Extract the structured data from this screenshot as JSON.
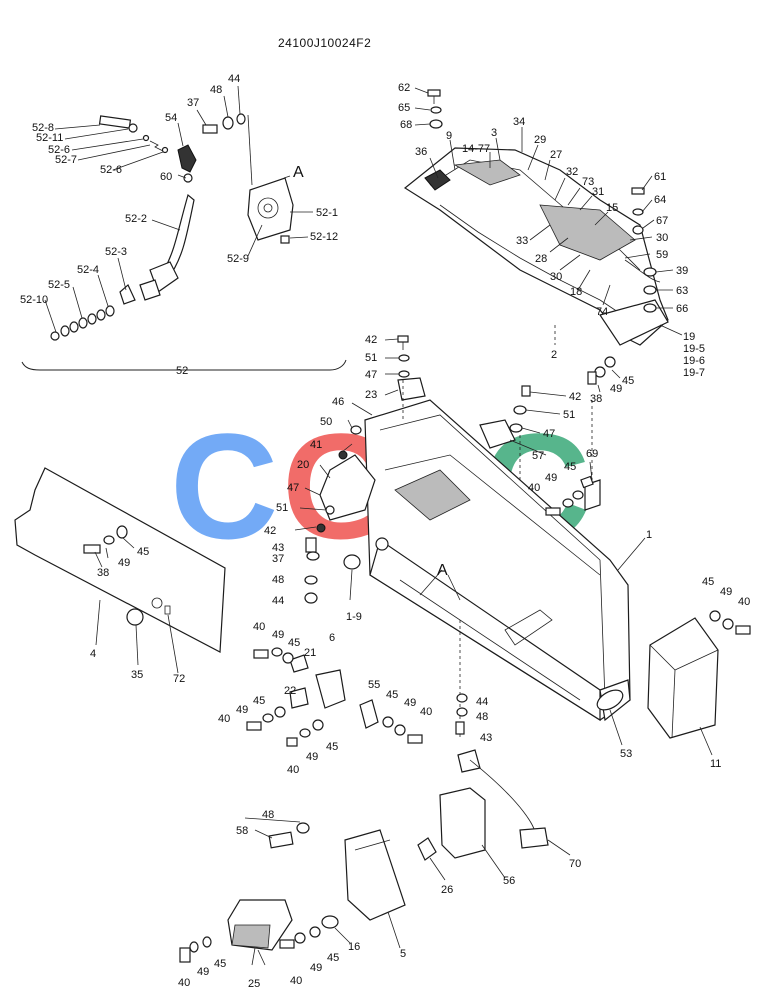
{
  "drawing_code": "24100J10024F2",
  "watermark": {
    "text": "CGSC",
    "colors": [
      "#5b9cf5",
      "#ef5350",
      "#f7c948",
      "#3aa978"
    ]
  },
  "callouts": [
    {
      "id": "c1",
      "text": "52-8"
    },
    {
      "id": "c2",
      "text": "52-11"
    },
    {
      "id": "c3",
      "text": "52-6"
    },
    {
      "id": "c4",
      "text": "52-7"
    },
    {
      "id": "c5",
      "text": "52-6"
    },
    {
      "id": "c6",
      "text": "54"
    },
    {
      "id": "c7",
      "text": "37"
    },
    {
      "id": "c8",
      "text": "48"
    },
    {
      "id": "c9",
      "text": "44"
    },
    {
      "id": "c10",
      "text": "A"
    },
    {
      "id": "c11",
      "text": "60"
    },
    {
      "id": "c12",
      "text": "52-2"
    },
    {
      "id": "c13",
      "text": "52-1"
    },
    {
      "id": "c14",
      "text": "52-12"
    },
    {
      "id": "c15",
      "text": "52-9"
    },
    {
      "id": "c16",
      "text": "52-3"
    },
    {
      "id": "c17",
      "text": "52-4"
    },
    {
      "id": "c18",
      "text": "52-5"
    },
    {
      "id": "c19",
      "text": "52-10"
    },
    {
      "id": "c20",
      "text": "52"
    },
    {
      "id": "c21",
      "text": "62"
    },
    {
      "id": "c22",
      "text": "65"
    },
    {
      "id": "c23",
      "text": "68"
    },
    {
      "id": "c24",
      "text": "34"
    },
    {
      "id": "c25",
      "text": "3"
    },
    {
      "id": "c26",
      "text": "9"
    },
    {
      "id": "c27",
      "text": "14-77"
    },
    {
      "id": "c28",
      "text": "29"
    },
    {
      "id": "c29",
      "text": "36"
    },
    {
      "id": "c30",
      "text": "27"
    },
    {
      "id": "c31",
      "text": "32"
    },
    {
      "id": "c32",
      "text": "73"
    },
    {
      "id": "c33",
      "text": "31"
    },
    {
      "id": "c34",
      "text": "61"
    },
    {
      "id": "c35",
      "text": "64"
    },
    {
      "id": "c36",
      "text": "15"
    },
    {
      "id": "c37",
      "text": "67"
    },
    {
      "id": "c38",
      "text": "33"
    },
    {
      "id": "c39",
      "text": "30"
    },
    {
      "id": "c40",
      "text": "28"
    },
    {
      "id": "c41",
      "text": "59"
    },
    {
      "id": "c42",
      "text": "30"
    },
    {
      "id": "c43",
      "text": "39"
    },
    {
      "id": "c44",
      "text": "18"
    },
    {
      "id": "c45",
      "text": "63"
    },
    {
      "id": "c46",
      "text": "74"
    },
    {
      "id": "c47",
      "text": "66"
    },
    {
      "id": "c48",
      "text": "19"
    },
    {
      "id": "c49",
      "text": "19-5"
    },
    {
      "id": "c50",
      "text": "19-6"
    },
    {
      "id": "c51",
      "text": "19-7"
    },
    {
      "id": "c52",
      "text": "2"
    },
    {
      "id": "c53",
      "text": "42"
    },
    {
      "id": "c54",
      "text": "51"
    },
    {
      "id": "c55",
      "text": "47"
    },
    {
      "id": "c56",
      "text": "23"
    },
    {
      "id": "c57",
      "text": "46"
    },
    {
      "id": "c58",
      "text": "50"
    },
    {
      "id": "c59",
      "text": "41"
    },
    {
      "id": "c60",
      "text": "20"
    },
    {
      "id": "c61",
      "text": "47"
    },
    {
      "id": "c62",
      "text": "51"
    },
    {
      "id": "c63",
      "text": "42"
    },
    {
      "id": "c64",
      "text": "43"
    },
    {
      "id": "c65",
      "text": "37"
    },
    {
      "id": "c66",
      "text": "48"
    },
    {
      "id": "c67",
      "text": "44"
    },
    {
      "id": "c68",
      "text": "1-9"
    },
    {
      "id": "c69",
      "text": "A"
    },
    {
      "id": "c70",
      "text": "42"
    },
    {
      "id": "c71",
      "text": "51"
    },
    {
      "id": "c72",
      "text": "47"
    },
    {
      "id": "c73",
      "text": "57"
    },
    {
      "id": "c74",
      "text": "38"
    },
    {
      "id": "c75",
      "text": "49"
    },
    {
      "id": "c76",
      "text": "45"
    },
    {
      "id": "c77",
      "text": "69"
    },
    {
      "id": "c78",
      "text": "45"
    },
    {
      "id": "c79",
      "text": "49"
    },
    {
      "id": "c80",
      "text": "40"
    },
    {
      "id": "c81",
      "text": "1"
    },
    {
      "id": "c82",
      "text": "45"
    },
    {
      "id": "c83",
      "text": "38"
    },
    {
      "id": "c84",
      "text": "49"
    },
    {
      "id": "c85",
      "text": "4"
    },
    {
      "id": "c86",
      "text": "35"
    },
    {
      "id": "c87",
      "text": "72"
    },
    {
      "id": "c88",
      "text": "40"
    },
    {
      "id": "c89",
      "text": "49"
    },
    {
      "id": "c90",
      "text": "45"
    },
    {
      "id": "c91",
      "text": "21"
    },
    {
      "id": "c92",
      "text": "6"
    },
    {
      "id": "c93",
      "text": "22"
    },
    {
      "id": "c94",
      "text": "45"
    },
    {
      "id": "c95",
      "text": "49"
    },
    {
      "id": "c96",
      "text": "40"
    },
    {
      "id": "c97",
      "text": "45"
    },
    {
      "id": "c98",
      "text": "49"
    },
    {
      "id": "c99",
      "text": "40"
    },
    {
      "id": "c100",
      "text": "55"
    },
    {
      "id": "c101",
      "text": "45"
    },
    {
      "id": "c102",
      "text": "49"
    },
    {
      "id": "c103",
      "text": "40"
    },
    {
      "id": "c104",
      "text": "44"
    },
    {
      "id": "c105",
      "text": "48"
    },
    {
      "id": "c106",
      "text": "43"
    },
    {
      "id": "c107",
      "text": "53"
    },
    {
      "id": "c108",
      "text": "45"
    },
    {
      "id": "c109",
      "text": "49"
    },
    {
      "id": "c110",
      "text": "40"
    },
    {
      "id": "c111",
      "text": "11"
    },
    {
      "id": "c112",
      "text": "48"
    },
    {
      "id": "c113",
      "text": "58"
    },
    {
      "id": "c114",
      "text": "26"
    },
    {
      "id": "c115",
      "text": "56"
    },
    {
      "id": "c116",
      "text": "70"
    },
    {
      "id": "c117",
      "text": "5"
    },
    {
      "id": "c118",
      "text": "16"
    },
    {
      "id": "c119",
      "text": "45"
    },
    {
      "id": "c120",
      "text": "49"
    },
    {
      "id": "c121",
      "text": "40"
    },
    {
      "id": "c122",
      "text": "25"
    },
    {
      "id": "c123",
      "text": "45"
    },
    {
      "id": "c124",
      "text": "49"
    },
    {
      "id": "c125",
      "text": "40"
    }
  ]
}
